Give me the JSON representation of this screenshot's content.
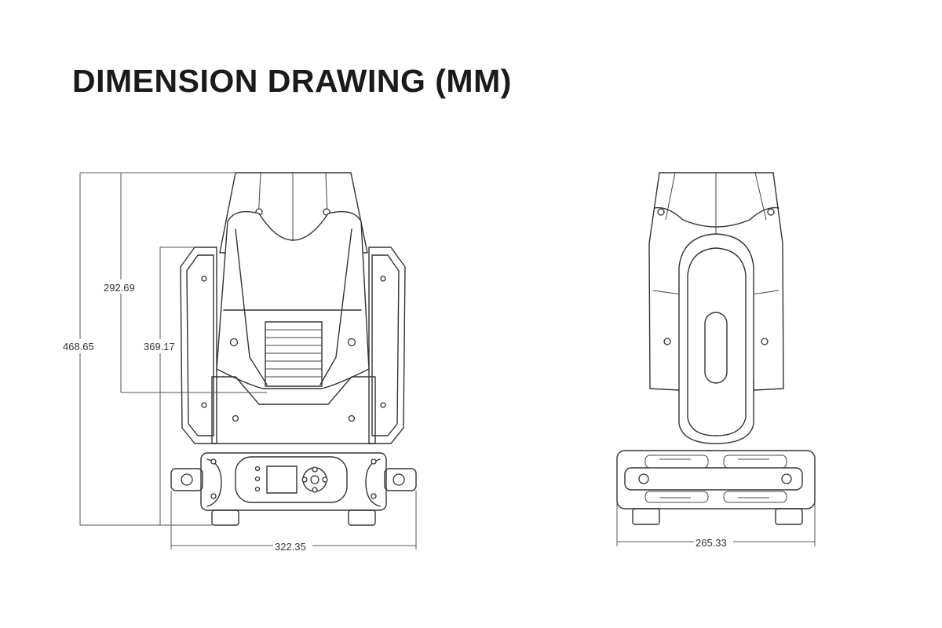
{
  "title": "DIMENSION DRAWING (MM)",
  "dimensions": {
    "total_height": "468.65",
    "head_height": "292.69",
    "yoke_height": "369.17",
    "front_width": "322.35",
    "side_width": "265.33"
  }
}
